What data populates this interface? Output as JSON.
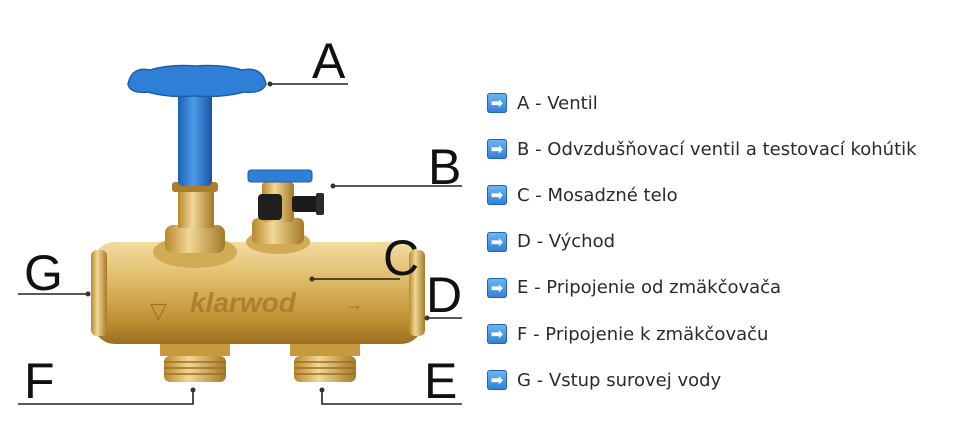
{
  "diagram": {
    "brand_marking": "klarwod",
    "callouts": [
      {
        "letter": "A"
      },
      {
        "letter": "B"
      },
      {
        "letter": "C"
      },
      {
        "letter": "D"
      },
      {
        "letter": "E"
      },
      {
        "letter": "F"
      },
      {
        "letter": "G"
      }
    ]
  },
  "legend": {
    "icon": "arrow-right-icon",
    "icon_color": "#3a8ee6",
    "items": [
      {
        "label": "A - Ventil"
      },
      {
        "label": "B - Odvzdušňovací ventil a testovací kohútik"
      },
      {
        "label": "C - Mosadzné telo"
      },
      {
        "label": "D - Východ"
      },
      {
        "label": "E - Pripojenie od zmäkčovača"
      },
      {
        "label": "F - Pripojenie k zmäkčovaču"
      },
      {
        "label": "G - Vstup surovej vody"
      }
    ]
  },
  "colors": {
    "brass": "#c9a24a",
    "handle_blue": "#2e7bd6",
    "text": "#2b2b2b"
  }
}
